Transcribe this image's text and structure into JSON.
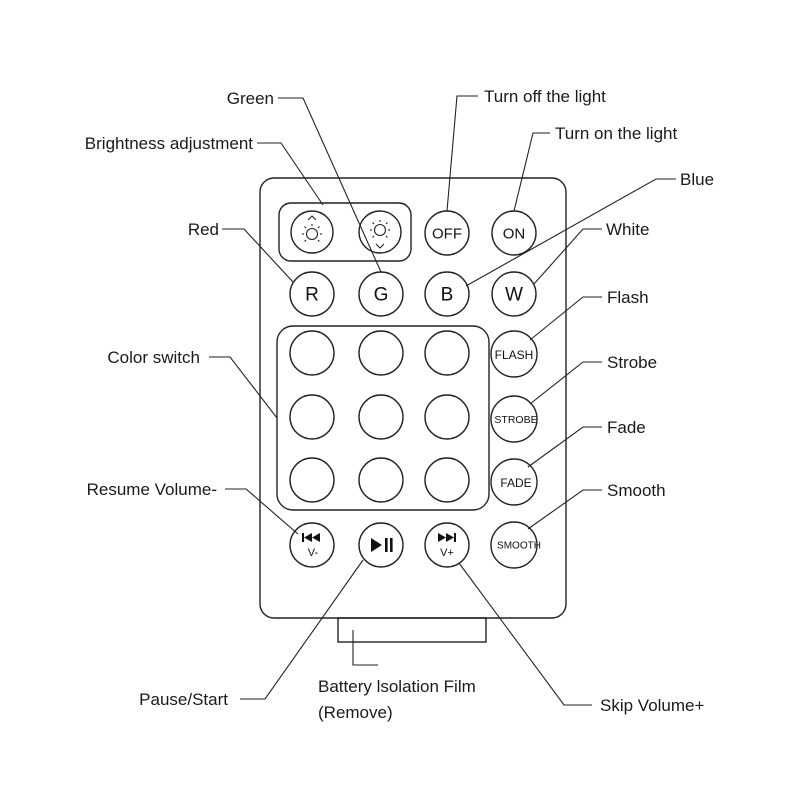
{
  "labels": {
    "green": "Green",
    "brightness": "Brightness adjustment",
    "turn_off": "Turn off the light",
    "turn_on": "Turn on the light",
    "blue": "Blue",
    "red": "Red",
    "white": "White",
    "flash": "Flash",
    "color_switch": "Color switch",
    "strobe": "Strobe",
    "fade": "Fade",
    "resume_volume": "Resume Volume-",
    "smooth": "Smooth",
    "pause_start": "Pause/Start",
    "battery_line1": "Battery lsolation Film",
    "battery_line2": "(Remove)",
    "skip_volume": "Skip Volume+"
  },
  "buttons": {
    "off": "OFF",
    "on": "ON",
    "r": "R",
    "g": "G",
    "b": "B",
    "w": "W",
    "flash": "FLASH",
    "strobe": "STROBE",
    "fade": "FADE",
    "smooth": "SMOOTH",
    "vol_down": "V-",
    "vol_up": "V+"
  },
  "icons": {
    "brightness_up": "sun-arrow-up-icon",
    "brightness_down": "sun-arrow-down-icon",
    "previous": "previous-track-icon",
    "play_pause": "play-pause-icon",
    "next": "next-track-icon"
  },
  "colors": {
    "line": "#222222",
    "text": "#1a1a1a",
    "background": "#ffffff"
  }
}
